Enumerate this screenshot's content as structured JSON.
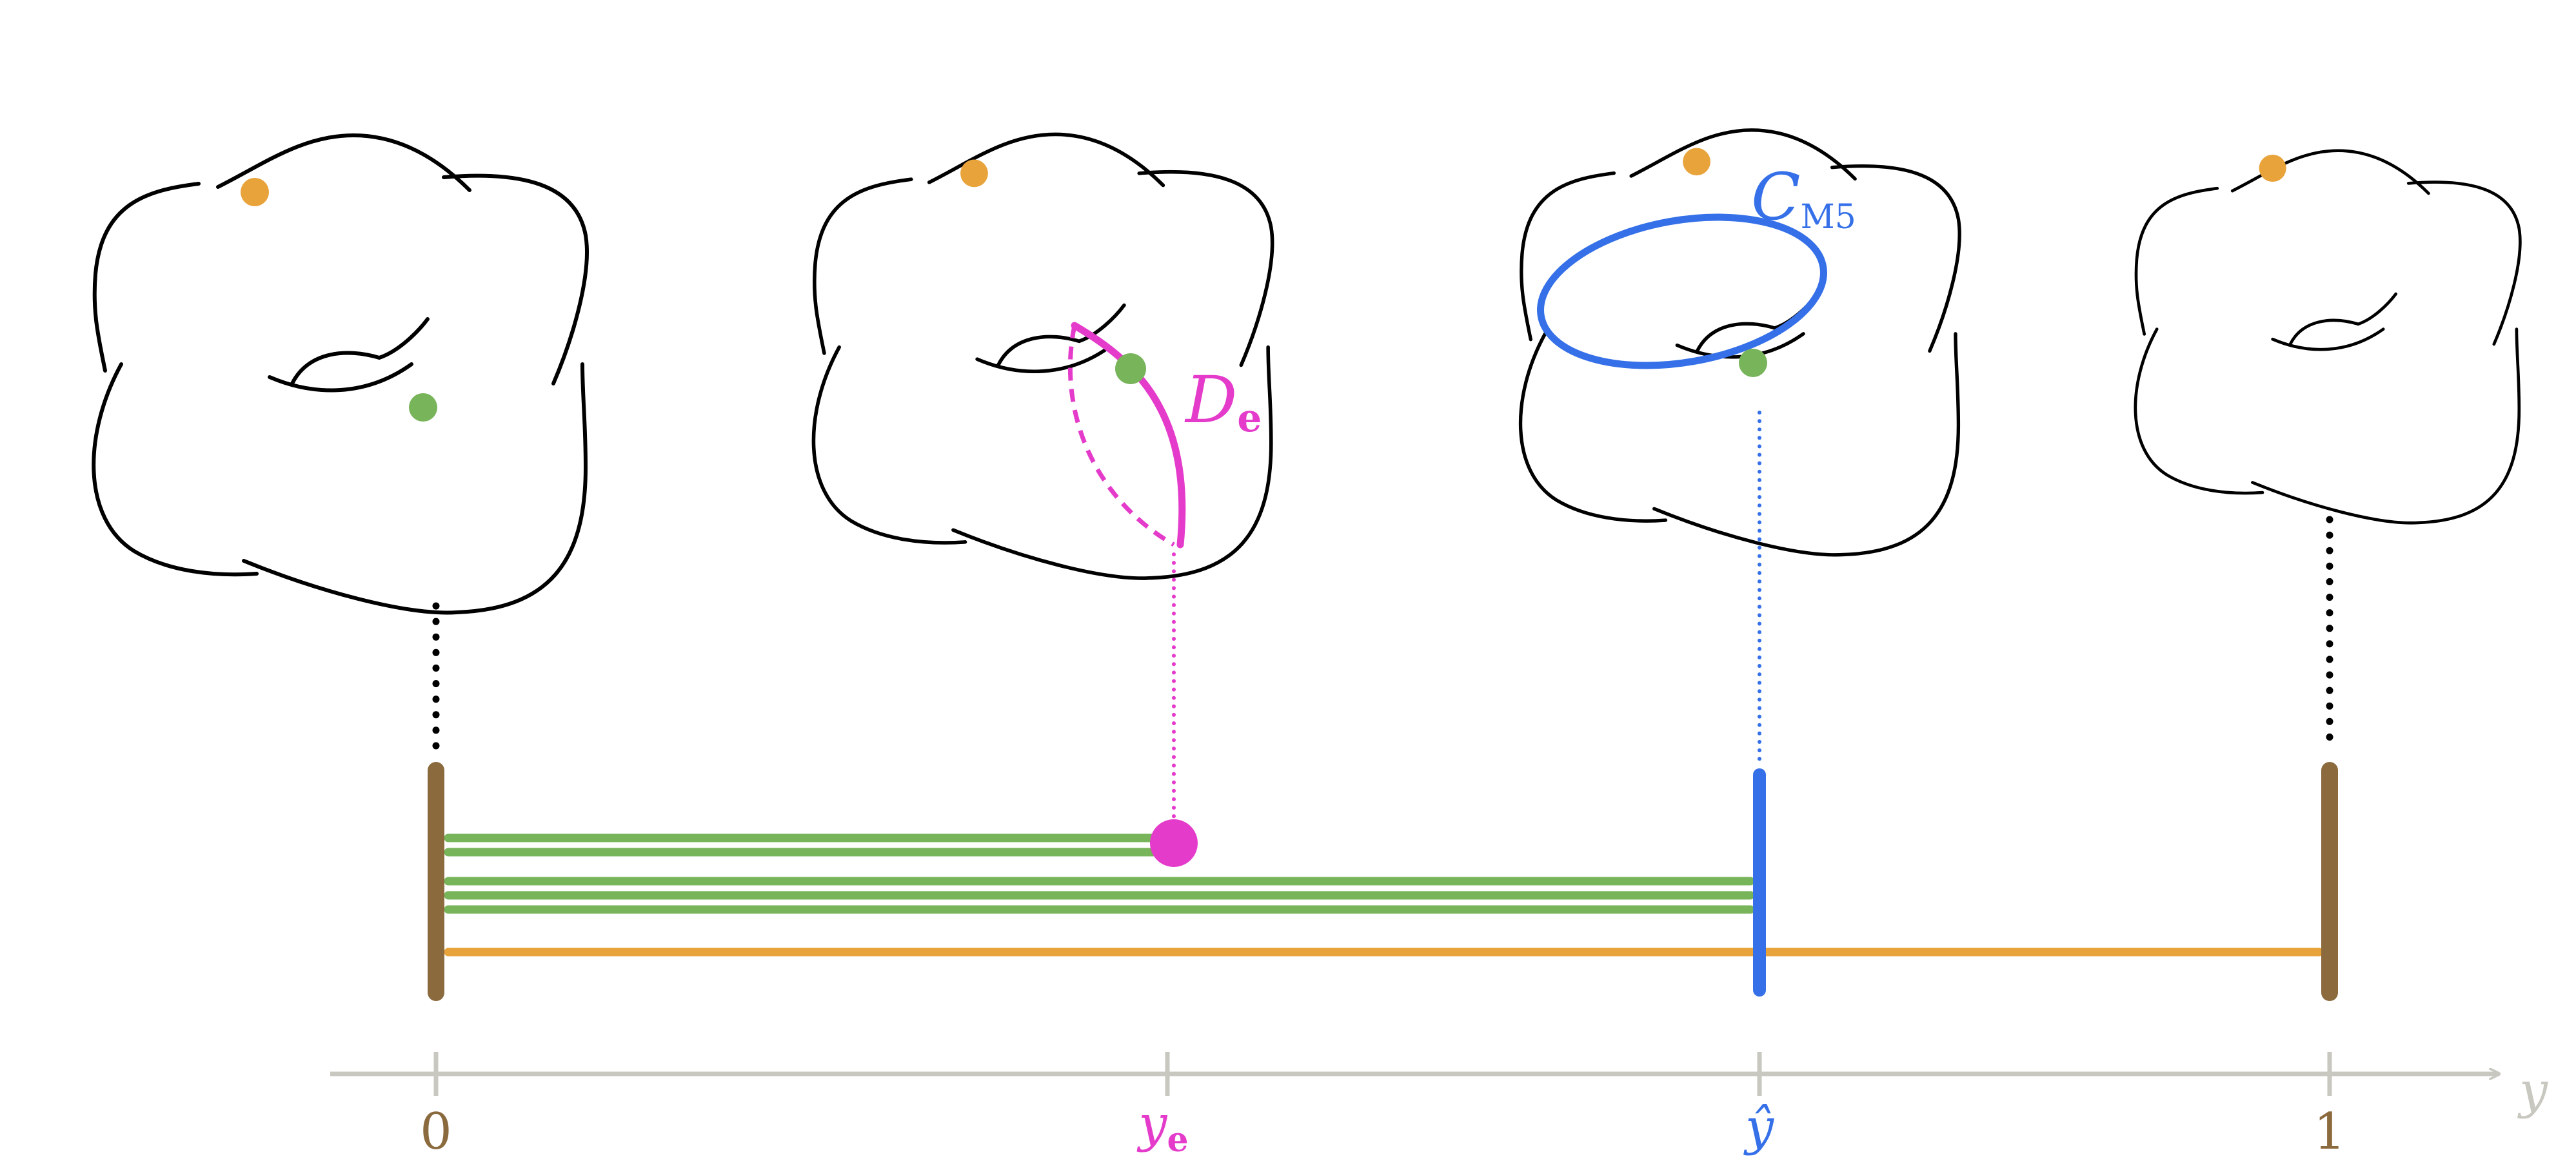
{
  "colors": {
    "brown": "#8B6A3E",
    "orange": "#E8A33A",
    "green": "#78B45A",
    "magenta": "#E43BCB",
    "blue": "#3570E8",
    "axis": "#C8C8C0",
    "ink": "#000000"
  },
  "axis": {
    "variable": "y",
    "ticks": [
      {
        "id": "zero",
        "label": "0",
        "color": "brown"
      },
      {
        "id": "y-e",
        "label": "y",
        "subscript": "e",
        "color": "magenta"
      },
      {
        "id": "y-hat",
        "label": "ŷ",
        "color": "blue"
      },
      {
        "id": "one",
        "label": "1",
        "color": "brown"
      }
    ]
  },
  "labels": {
    "brane": {
      "text": "D",
      "subscript": "e"
    },
    "cycle": {
      "text": "C",
      "subscript": "M5"
    }
  },
  "surfaces": [
    {
      "id": "surface-0",
      "points": [
        "orange",
        "green"
      ]
    },
    {
      "id": "surface-1",
      "points": [
        "orange",
        "green"
      ],
      "brane": "D_e"
    },
    {
      "id": "surface-2",
      "points": [
        "orange",
        "green"
      ],
      "cycle": "C_M5"
    },
    {
      "id": "surface-3",
      "points": [
        "orange"
      ]
    }
  ],
  "segments": {
    "green_to_ye": 2,
    "green_to_yhat": 3,
    "orange_to_one": 1
  }
}
